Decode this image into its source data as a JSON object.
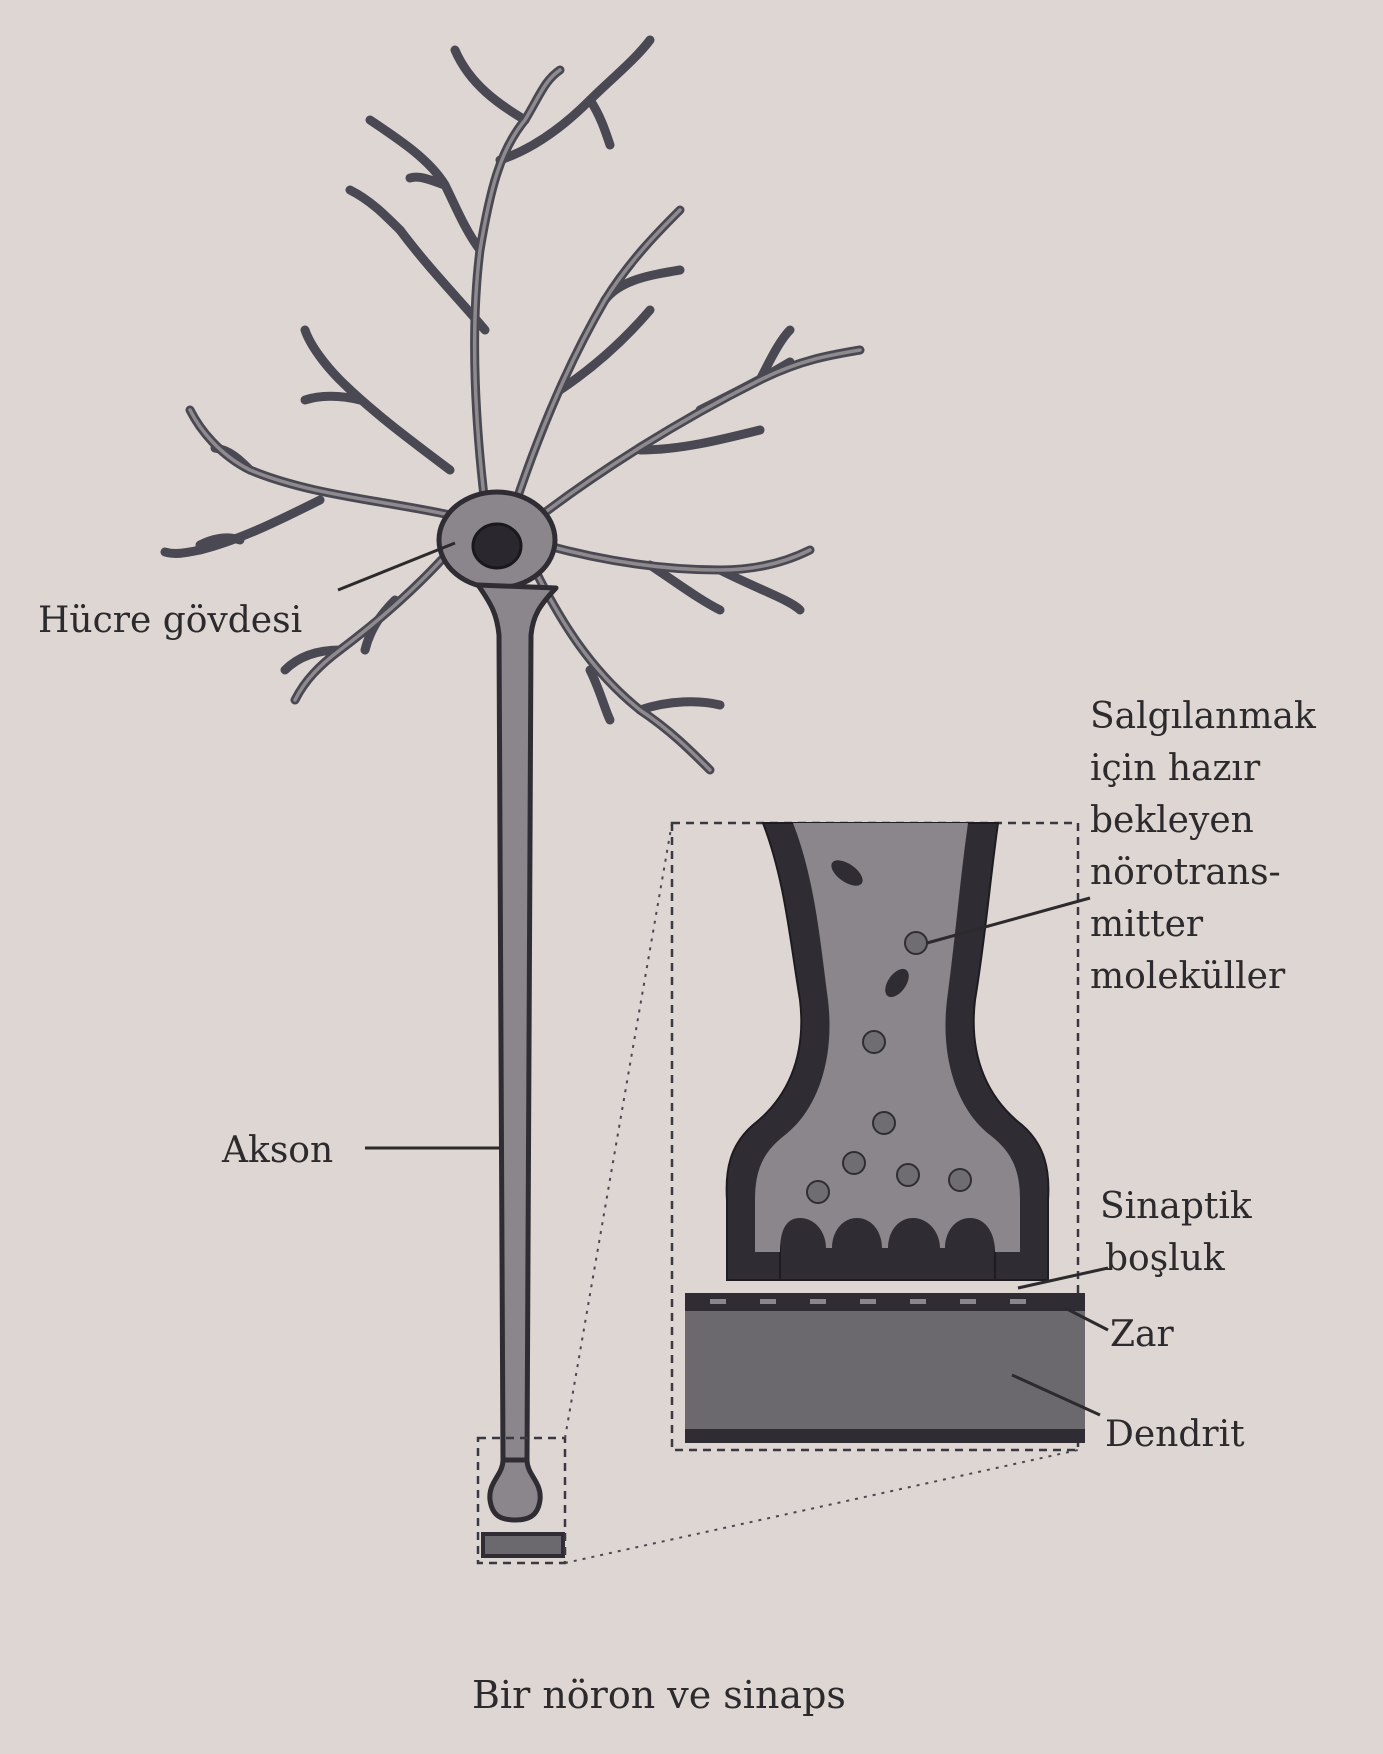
{
  "labels": {
    "cell_body": "Hücre gövdesi",
    "axon": "Akson",
    "neurotransmitter": [
      "Salgılanmak",
      "için hazır",
      "bekleyen",
      "nörotrans-",
      "mitter",
      "moleküller"
    ],
    "synaptic_cleft": [
      "Sinaptik",
      "boşluk"
    ],
    "membrane": "Zar",
    "dendrite": "Dendrit"
  },
  "caption": "Bir nöron ve sinaps",
  "colors": {
    "background": "#ddd6d2",
    "outline": "#2f2d33",
    "fill": "#8a868b",
    "text": "#2c2a2c"
  }
}
